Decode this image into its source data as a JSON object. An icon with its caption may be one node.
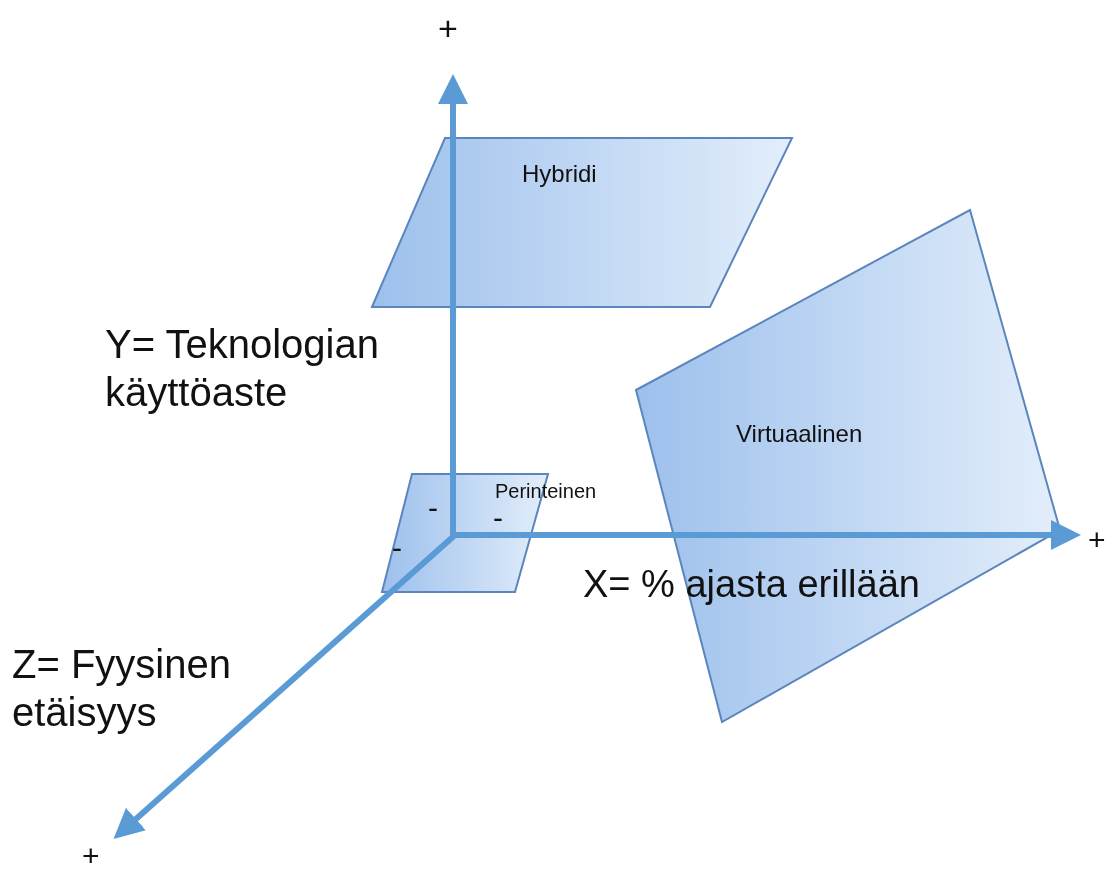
{
  "diagram": {
    "nodes": [
      {
        "text": [
          "Hybridi"
        ]
      },
      {
        "text": [
          "Virtuaalinen"
        ]
      },
      {
        "text": [
          "Perinteinen"
        ]
      }
    ],
    "edges": [],
    "labels": [
      "+",
      "Y= Teknologian käyttöaste",
      "-",
      "-",
      "-",
      "+",
      "X= % ajasta erillään",
      "Z= Fyysinen etäisyys",
      "+"
    ]
  }
}
